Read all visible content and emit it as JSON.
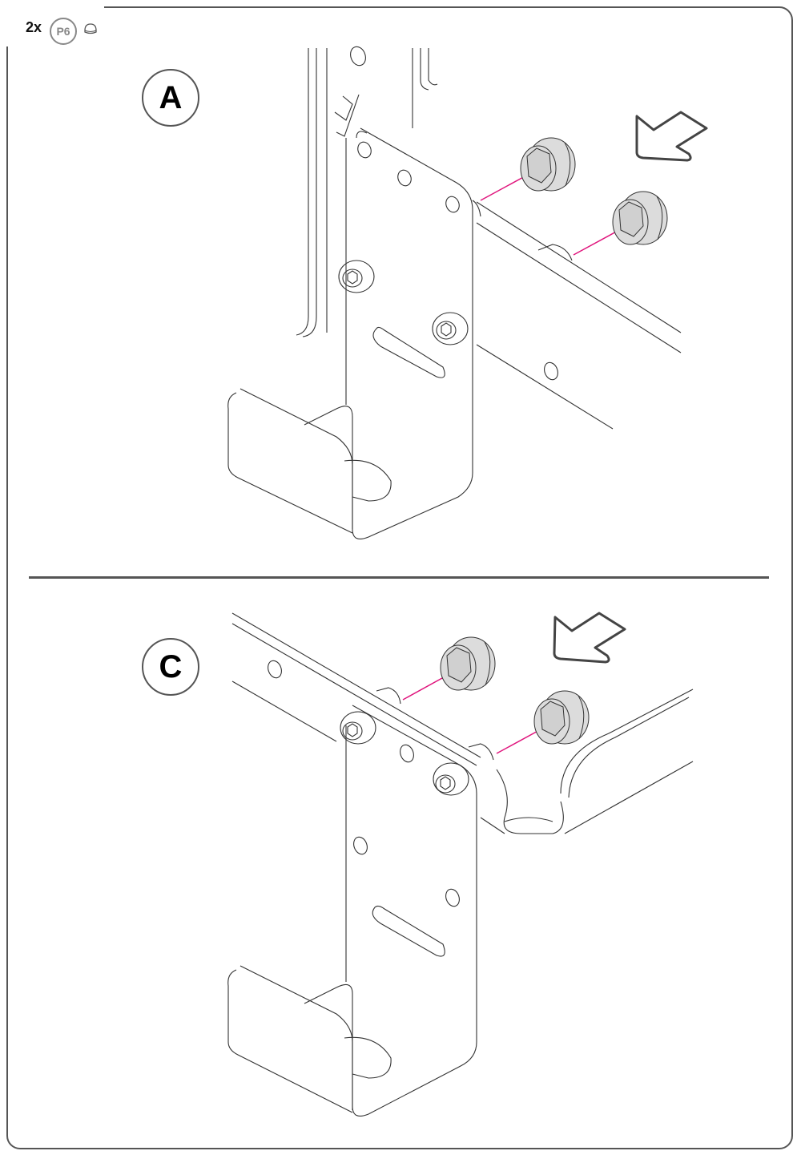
{
  "header": {
    "quantity": "2x",
    "part_id": "P6",
    "part_icon": "cap-nut-icon"
  },
  "steps": [
    {
      "label": "A",
      "description": "Attach two cap nuts (P6) to exposed bolt ends behind hook bracket on vertical post"
    },
    {
      "label": "C",
      "description": "Attach two cap nuts (P6) to exposed bolt ends behind hook bracket on horizontal frame corner"
    }
  ],
  "colors": {
    "frame": "#555555",
    "guide_line": "#e0157d",
    "cap_fill": "#dcdcdc",
    "arrow": "#444444"
  }
}
